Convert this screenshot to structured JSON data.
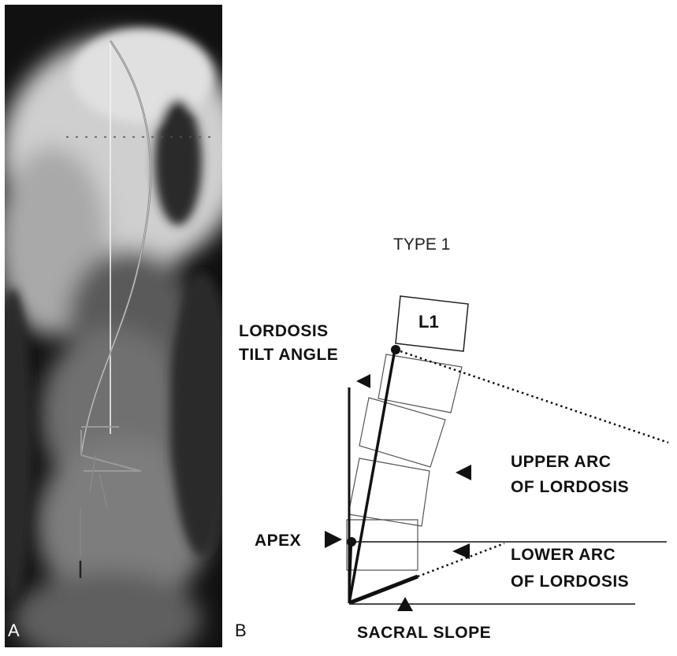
{
  "panel_a": {
    "label": "A"
  },
  "panel_b": {
    "label": "B",
    "type_title": "TYPE 1",
    "vertebra_label": "L1",
    "labels": {
      "lordosis_tilt_angle_line1": "LORDOSIS",
      "lordosis_tilt_angle_line2": "TILT ANGLE",
      "upper_arc_line1": "UPPER ARC",
      "upper_arc_line2": "OF LORDOSIS",
      "apex": "APEX",
      "lower_arc_line1": "LOWER ARC",
      "lower_arc_line2": "OF LORDOSIS",
      "sacral_slope": "SACRAL SLOPE"
    }
  },
  "colors": {
    "xray_background": "#101010",
    "ink": "#111111"
  }
}
